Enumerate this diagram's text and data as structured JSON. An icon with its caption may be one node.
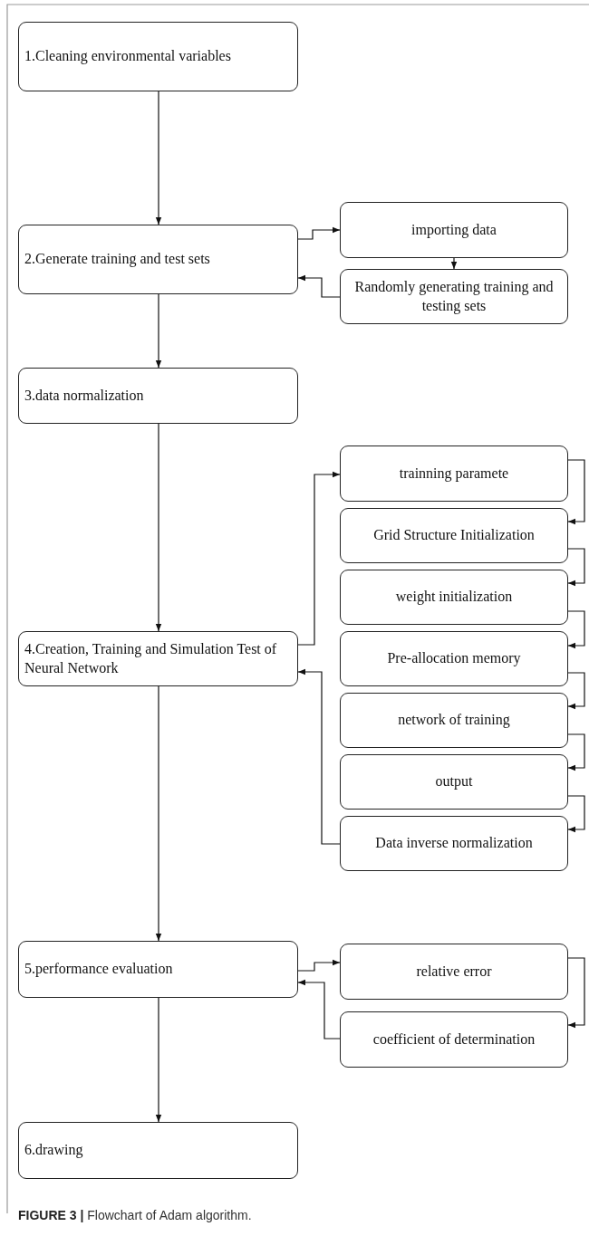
{
  "diagram": {
    "caption": "**FIGURE 3 |** Flowchart of Adam algorithm.",
    "nodes": [
      {
        "text": [
          "1.Cleaning environmental variables"
        ]
      },
      {
        "text": [
          "2.Generate training and test sets"
        ]
      },
      {
        "text": [
          "importing data"
        ]
      },
      {
        "text": [
          "Randomly generating training and testing sets"
        ]
      },
      {
        "text": [
          "3.data normalization"
        ]
      },
      {
        "text": [
          "4.Creation, Training and Simulation Test of Neural Network"
        ]
      },
      {
        "text": [
          "trainning paramete"
        ]
      },
      {
        "text": [
          "Grid Structure Initialization"
        ]
      },
      {
        "text": [
          "weight initialization"
        ]
      },
      {
        "text": [
          "Pre-allocation memory"
        ]
      },
      {
        "text": [
          "network of training"
        ]
      },
      {
        "text": [
          "output"
        ]
      },
      {
        "text": [
          "Data inverse normalization"
        ]
      },
      {
        "text": [
          "5.performance evaluation"
        ]
      },
      {
        "text": [
          "relative error"
        ]
      },
      {
        "text": [
          "coefficient of determination"
        ]
      },
      {
        "text": [
          "6.drawing"
        ]
      }
    ],
    "edges": [
      {
        "from": 0,
        "to": 1,
        "arrow": "to"
      },
      {
        "from": 1,
        "to": 2,
        "arrow": "to"
      },
      {
        "from": 2,
        "to": 3,
        "arrow": "to"
      },
      {
        "from": 3,
        "to": 1,
        "arrow": "to"
      },
      {
        "from": 1,
        "to": 4,
        "arrow": "to"
      },
      {
        "from": 4,
        "to": 5,
        "arrow": "to"
      },
      {
        "from": 5,
        "to": 6,
        "arrow": "to"
      },
      {
        "from": 6,
        "to": 7,
        "arrow": "to"
      },
      {
        "from": 7,
        "to": 8,
        "arrow": "to"
      },
      {
        "from": 8,
        "to": 9,
        "arrow": "to"
      },
      {
        "from": 9,
        "to": 10,
        "arrow": "to"
      },
      {
        "from": 10,
        "to": 11,
        "arrow": "to"
      },
      {
        "from": 11,
        "to": 12,
        "arrow": "to"
      },
      {
        "from": 12,
        "to": 5,
        "arrow": "to"
      },
      {
        "from": 5,
        "to": 13,
        "arrow": "to"
      },
      {
        "from": 13,
        "to": 14,
        "arrow": "to"
      },
      {
        "from": 14,
        "to": 15,
        "arrow": "to"
      },
      {
        "from": 15,
        "to": 13,
        "arrow": "to"
      },
      {
        "from": 13,
        "to": 16,
        "arrow": "to"
      }
    ]
  }
}
